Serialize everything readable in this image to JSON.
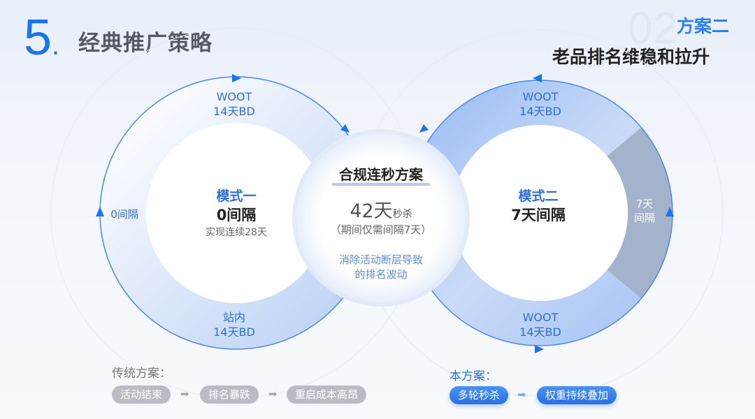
{
  "header": {
    "number": "5",
    "dot": ".",
    "title": "经典推广策略",
    "bg_number": "02",
    "plan": "方案二",
    "subtitle": "老品排名维稳和拉升"
  },
  "left": {
    "mode": "模式一",
    "gap": "0间隔",
    "desc": "实现连续28天",
    "top_l1": "WOOT",
    "top_l2": "14天BD",
    "bottom_l1": "站内",
    "bottom_l2": "14天BD",
    "side": "0间隔"
  },
  "right": {
    "mode": "模式二",
    "gap": "7天间隔",
    "top_l1": "WOOT",
    "top_l2": "14天BD",
    "bottom_l1": "WOOT",
    "bottom_l2": "14天BD",
    "side_l1": "7天",
    "side_l2": "间隔"
  },
  "center": {
    "title": "合规连秒方案",
    "days": "42天",
    "days_suffix": "秒杀",
    "note": "（期间仅需间隔7天）",
    "desc_l1": "消除活动断层导致",
    "desc_l2": "的排名波动"
  },
  "traditional": {
    "label": "传统方案：",
    "steps": [
      "活动结束",
      "排名暴跌",
      "重启成本高昂"
    ]
  },
  "ours": {
    "label": "本方案：",
    "steps": [
      "多轮秒杀",
      "权重持续叠加"
    ]
  },
  "colors": {
    "accent": "#1a73f0",
    "gray": "#b9bcc2"
  }
}
